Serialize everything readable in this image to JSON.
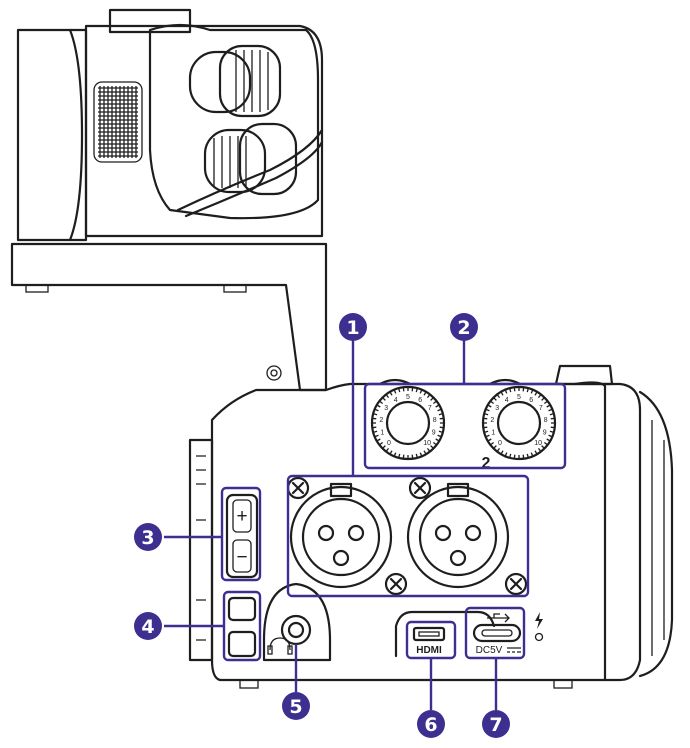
{
  "callouts": [
    {
      "number": "1"
    },
    {
      "number": "2"
    },
    {
      "number": "3"
    },
    {
      "number": "4"
    },
    {
      "number": "5"
    },
    {
      "number": "6"
    },
    {
      "number": "7"
    }
  ],
  "labels": {
    "plus": "+",
    "minus": "−",
    "hdmi": "HDMI",
    "dc5v": "DC5V",
    "knob_marker": "2"
  },
  "knob_scale": [
    "0",
    "1",
    "2",
    "3",
    "4",
    "5",
    "6",
    "7",
    "8",
    "9",
    "10"
  ],
  "colors": {
    "accent": "#3d2f8f",
    "outline": "#1e1e1e"
  }
}
